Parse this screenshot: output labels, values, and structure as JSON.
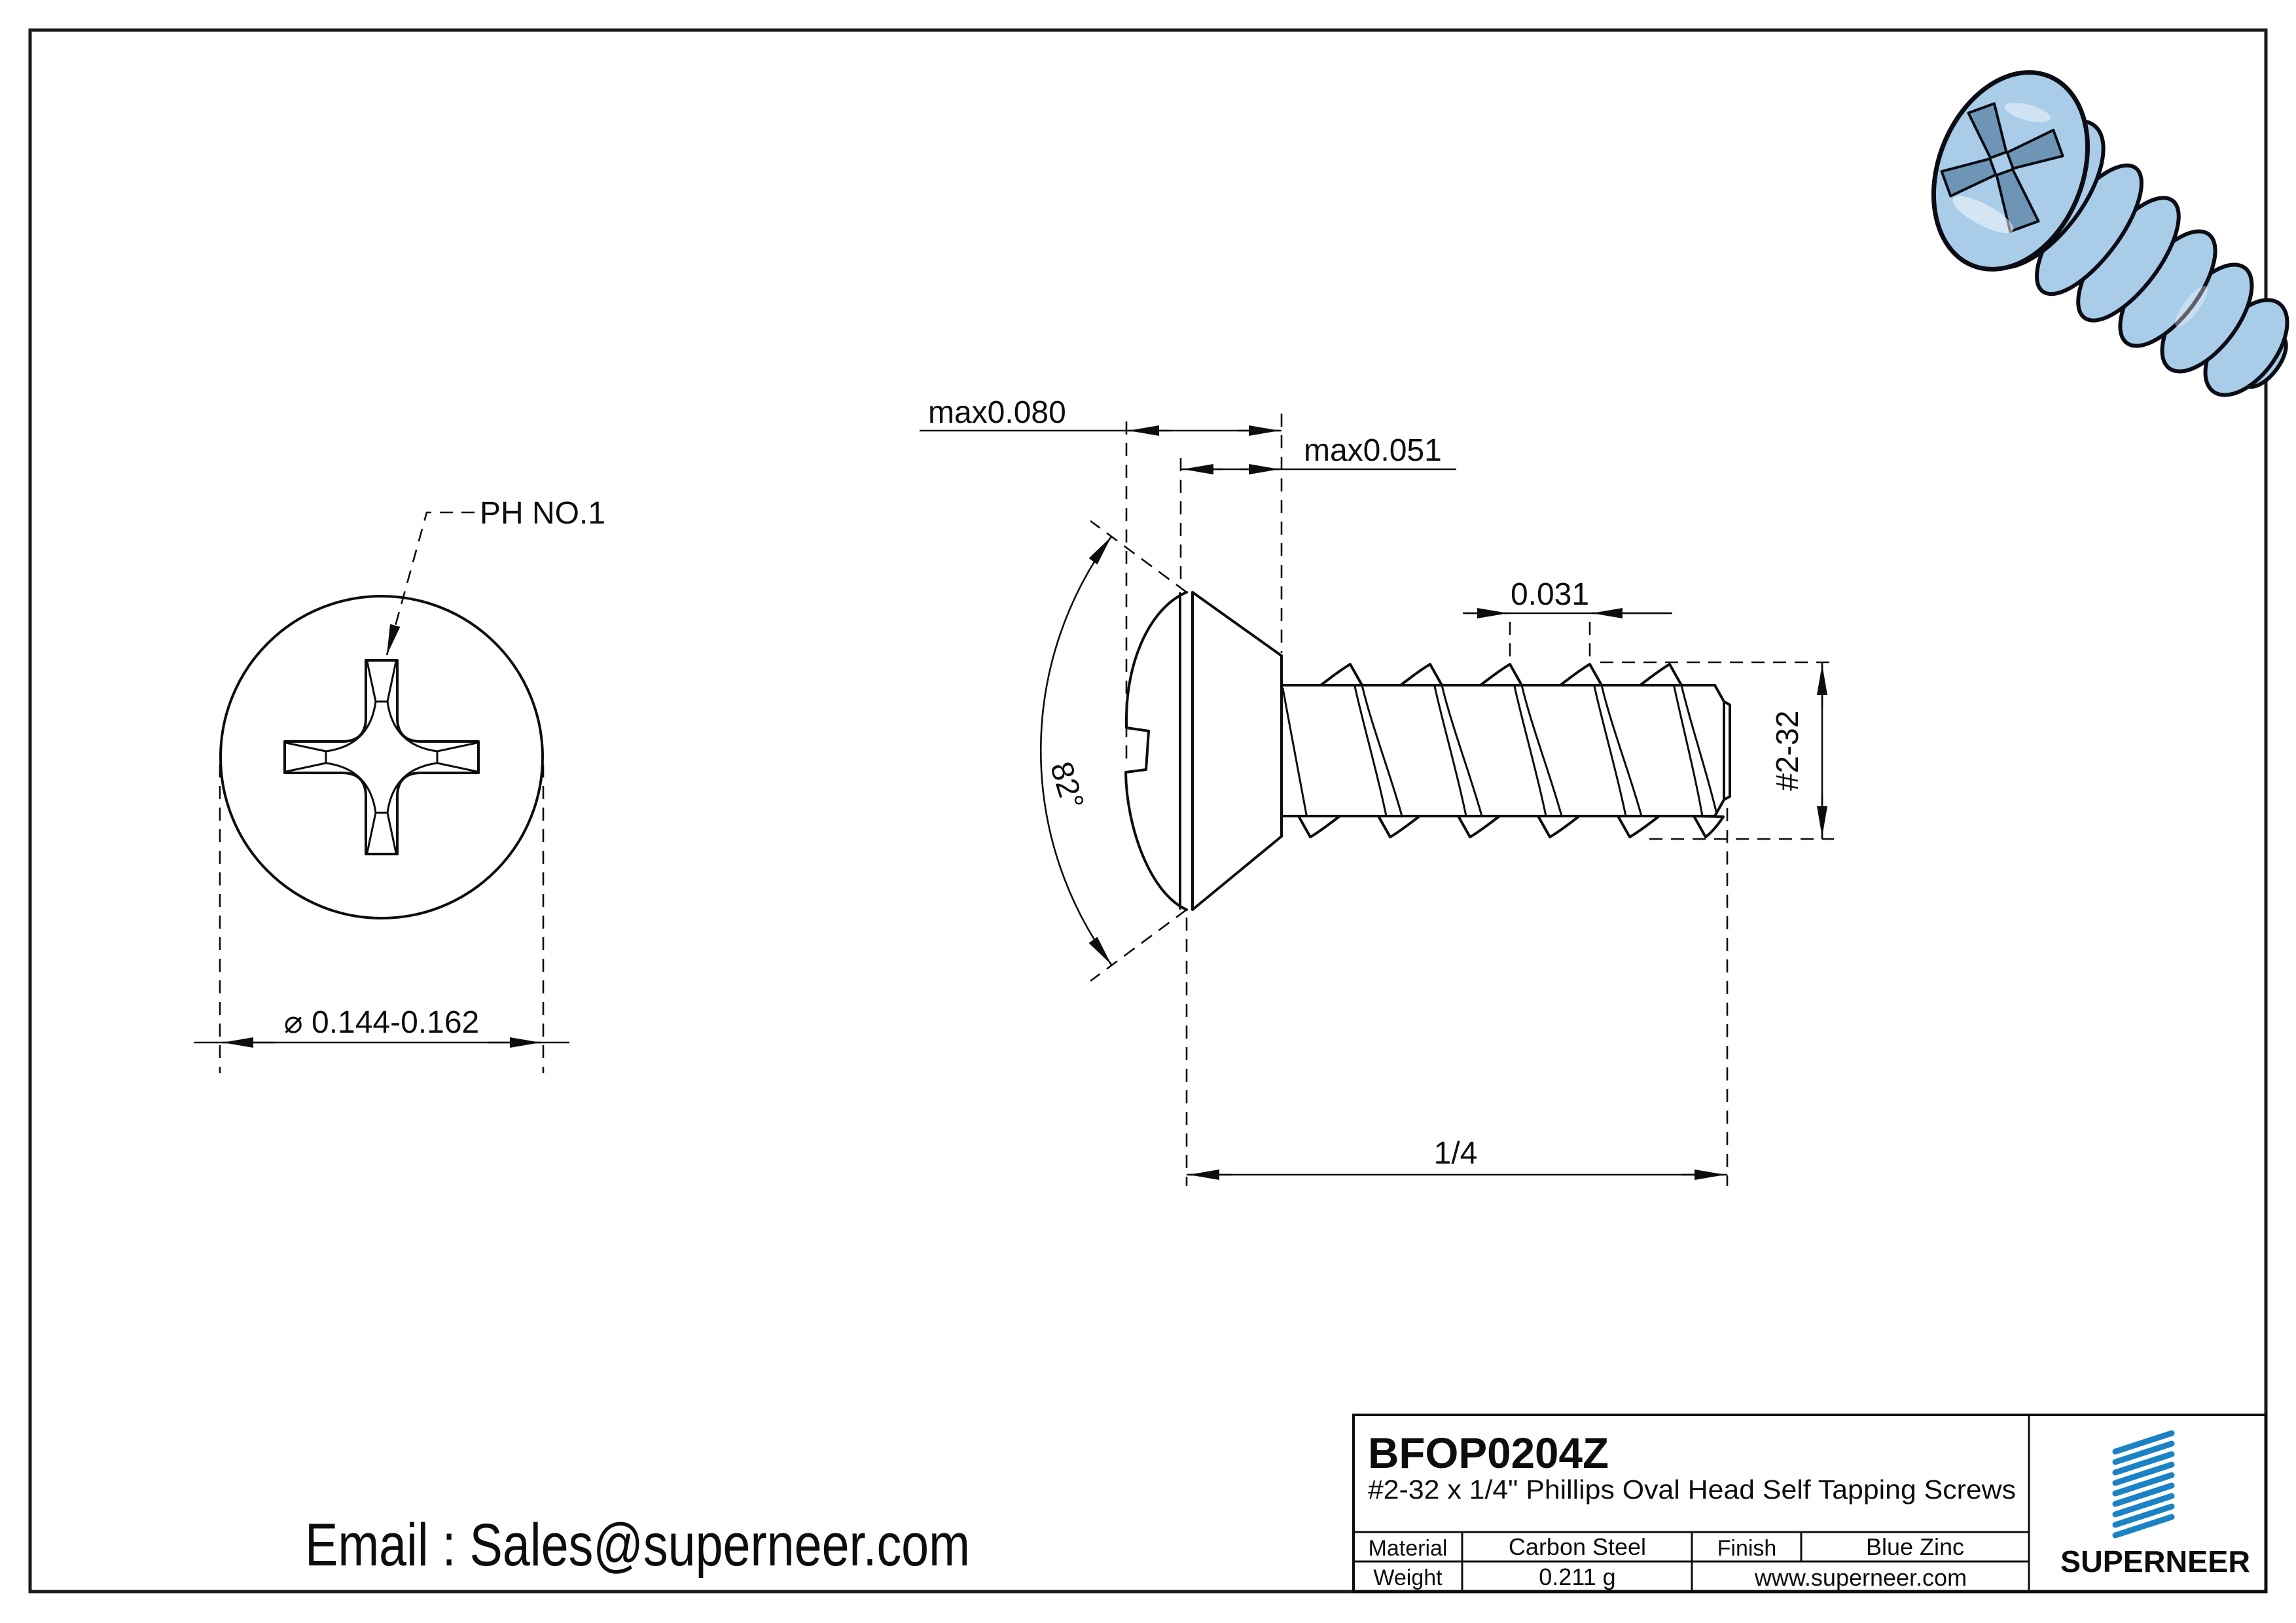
{
  "page": {
    "background": "#ffffff",
    "border_color": "#1a1a1a"
  },
  "views": {
    "front": {
      "recess_label": "PH NO.1",
      "dim_diameter": "⌀ 0.144-0.162"
    },
    "side": {
      "dim_head_height_max": "max0.080",
      "dim_cone_height_max": "max0.051",
      "dim_thread_pitch": "0.031",
      "dim_head_angle": "82°",
      "dim_thread_size": "#2-32",
      "dim_length": "1/4"
    }
  },
  "render_3d": {
    "body_color": "#a9cde8",
    "recess_color": "#6e95b5",
    "outline_color": "#0c0c14"
  },
  "title_block": {
    "part_number": "BFOP0204Z",
    "description": "#2-32 x 1/4\" Phillips Oval Head Self Tapping Screws",
    "material_label": "Material",
    "material_value": "Carbon Steel",
    "finish_label": "Finish",
    "finish_value": "Blue Zinc",
    "weight_label": "Weight",
    "weight_value": "0.211 g",
    "website": "www.superneer.com",
    "brand": "SUPERNEER",
    "brand_color": "#1b82c5",
    "link_color": "#1f7fc0"
  },
  "footer": {
    "email": "Email : Sales@superneer.com"
  }
}
